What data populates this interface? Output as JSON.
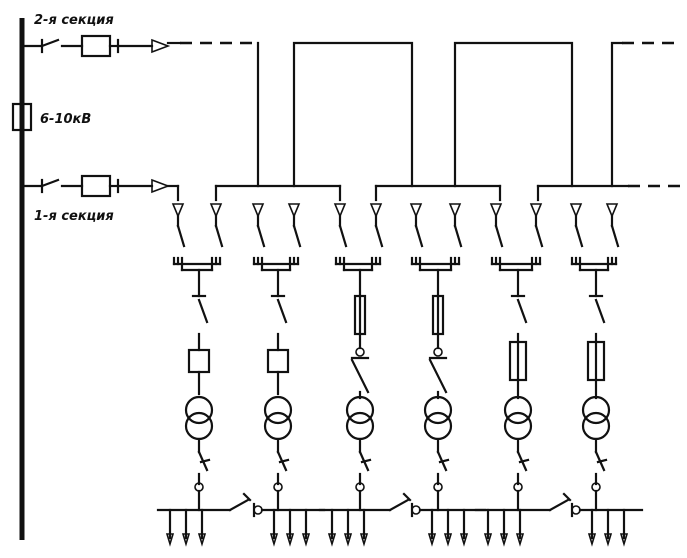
{
  "labels": {
    "section2": "2-я секция",
    "section1": "1-я секция",
    "voltage": "6-10кВ"
  },
  "substation": {
    "count": 6,
    "protection": [
      "breaker",
      "breaker",
      "fuse",
      "fuse",
      "fuse-disconnector",
      "fuse-disconnector"
    ]
  }
}
